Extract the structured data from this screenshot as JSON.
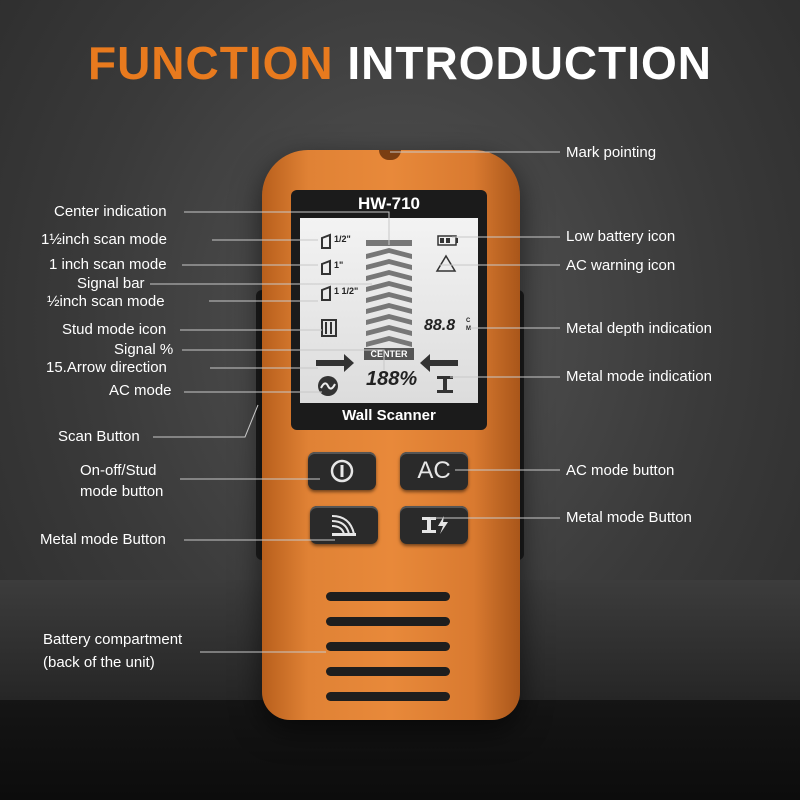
{
  "title": {
    "part1": "FUNCTION",
    "part2": "INTRODUCTION"
  },
  "device": {
    "model": "HW-710",
    "name": "Wall Scanner",
    "lcd": {
      "center": "CENTER",
      "signal": "188%",
      "depth": "88.8",
      "unit_top": "C",
      "unit_bottom": "M",
      "scan_half_mode": "1/2\"",
      "scan_one_mode": "1\"",
      "scan_onehalf_mode": "1 1/2\""
    },
    "ac_button_label": "AC"
  },
  "labels_left": [
    "Center indication",
    "1½inch scan mode",
    "1 inch scan mode",
    "Signal bar",
    "½inch scan mode",
    "Stud mode icon",
    "Signal %",
    "15.Arrow direction",
    "AC mode",
    "Scan Button",
    "On-off/Stud",
    "mode button",
    "Metal mode Button",
    "Battery compartment",
    "(back of the unit)"
  ],
  "labels_right": [
    "Mark pointing",
    "Low battery icon",
    "AC warning icon",
    "Metal depth indication",
    "Metal mode indication",
    "AC mode button",
    "Metal mode Button"
  ],
  "colors": {
    "accent": "#e87a1e",
    "body": "#e08235"
  }
}
